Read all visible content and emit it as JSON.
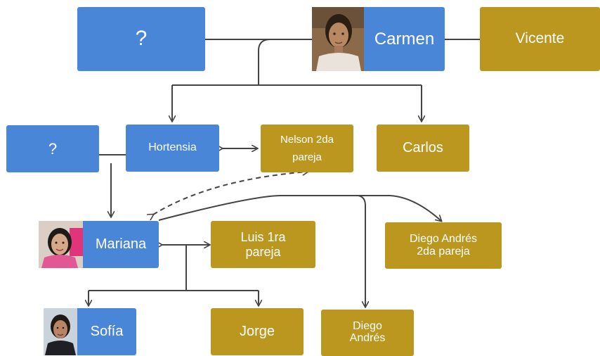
{
  "colors": {
    "person_blue": "#4a86d8",
    "partner_gold": "#bb9720",
    "connector": "#444444"
  },
  "nodes": {
    "unknown_top": "?",
    "carmen": "Carmen",
    "vicente": "Vicente",
    "unknown_left": "?",
    "hortensia": "Hortensia",
    "nelson": "Nelson 2da pareja",
    "carlos": "Carlos",
    "mariana": "Mariana",
    "luis": "Luis 1ra pareja",
    "diego_andres_partner": "Diego Andrés 2da pareja",
    "sofia": "Sofía",
    "jorge": "Jorge",
    "diego_andres_child": "Diego Andrés"
  }
}
